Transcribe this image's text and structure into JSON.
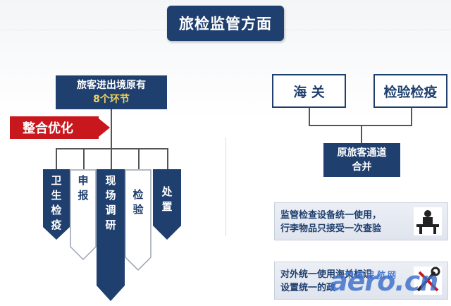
{
  "title": "旅检监管方面",
  "left": {
    "process_box": {
      "line1": "旅客进出境原有",
      "line2": "8个环节"
    },
    "integrate_label": "整合优化",
    "steps": [
      {
        "label": "卫生检疫",
        "fill": "navy"
      },
      {
        "label": "申报",
        "fill": "white"
      },
      {
        "label": "现场调研",
        "fill": "navy"
      },
      {
        "label": "检验",
        "fill": "white"
      },
      {
        "label": "处置",
        "fill": "navy"
      }
    ]
  },
  "right": {
    "customs": "海 关",
    "inspection": "检验检疫",
    "channel": {
      "line1": "原旅客通道",
      "line2": "合并"
    },
    "banners": [
      {
        "line1": "监管检查设备统一使用，",
        "line2": "行李物品只接受一次查验",
        "icon": "inspector-icon"
      },
      {
        "line1": "对外统一使用海关标识",
        "line2": "设置统一的政",
        "icon": "tools-icon"
      }
    ]
  },
  "watermark": {
    "small": "中国民航网",
    "brand": "aero.cn"
  },
  "colors": {
    "navy": "#1f3f6e",
    "red": "#c8181e",
    "highlight": "#f1d15a"
  }
}
